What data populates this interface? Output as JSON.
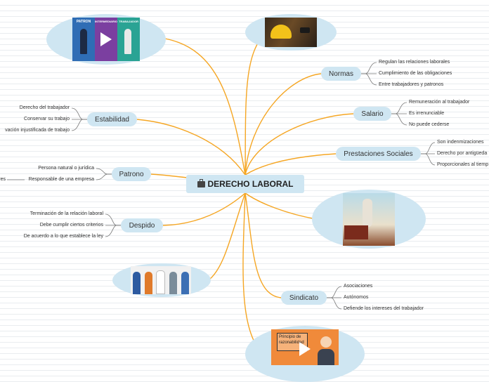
{
  "root": {
    "title": "DERECHO LABORAL",
    "icon": "briefcase-icon"
  },
  "branches": {
    "normas": {
      "label": "Normas",
      "items": [
        "Regulan las relaciones laborales",
        "Cumplimiento de las obligaciones",
        "Entre trabajadores y patronos"
      ]
    },
    "salario": {
      "label": "Salario",
      "items": [
        "Remuneración al trabajador",
        "Es irrenunciable",
        "No puede cederse"
      ]
    },
    "prestaciones": {
      "label": "Prestaciones Sociales",
      "items": [
        "Son indenmizaciones",
        "Derecho por antigüeda",
        "Proporcionales al tiemp"
      ]
    },
    "sindicato": {
      "label": "Sindicato",
      "items": [
        "Asociaciones",
        "Autónomos",
        "Defiende los intereses del trabajador"
      ]
    },
    "estabilidad": {
      "label": "Estabilidad",
      "items": [
        "Derecho del trabajador",
        "Conservar su trabajo",
        "vación injustificada de trabajo"
      ]
    },
    "patrono": {
      "label": "Patrono",
      "items": [
        "Persona natural o jurídica",
        "Responsable de una empresa"
      ],
      "sub": "res"
    },
    "despido": {
      "label": "Despido",
      "items": [
        "Terminación de la relación laboral",
        "Debe cumplir ciertos criterios",
        "De acuerdo a lo que establece la ley"
      ]
    }
  },
  "images": {
    "top_left": {
      "labels": [
        "PATRON",
        "INTERMEDIARIO",
        "TRABAJADOR"
      ]
    },
    "bottom": {
      "caption": "Principio de razonabilidad"
    }
  },
  "colors": {
    "link": "#f5a623",
    "node": "#cfe6f2"
  }
}
